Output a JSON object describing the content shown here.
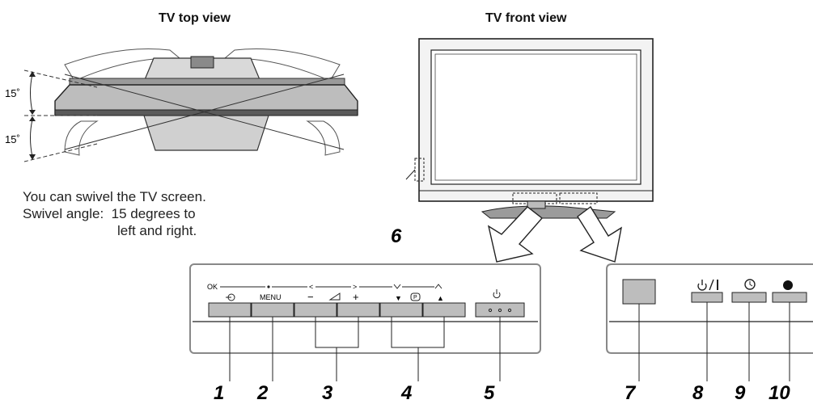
{
  "views": {
    "top_title": "TV top view",
    "front_title": "TV front view"
  },
  "swivel": {
    "angle_upper": "15˚",
    "angle_lower": "15˚",
    "caption_line1": "You can swivel the TV screen.",
    "caption_line2": "Swivel angle:  15 degrees to",
    "caption_line3": "left and right."
  },
  "panel_labels": {
    "ok": "OK",
    "menu": "MENU",
    "minus": "−",
    "plus": "+",
    "down": "▼",
    "up": "▲",
    "p": "P"
  },
  "callouts": [
    "1",
    "2",
    "3",
    "4",
    "5",
    "6",
    "7",
    "8",
    "9",
    "10"
  ],
  "icons": {
    "input": "input-icon",
    "volume": "volume-icon",
    "power": "power-icon",
    "standby": "standby-power-icon",
    "timer": "timer-icon",
    "record": "record-icon"
  }
}
